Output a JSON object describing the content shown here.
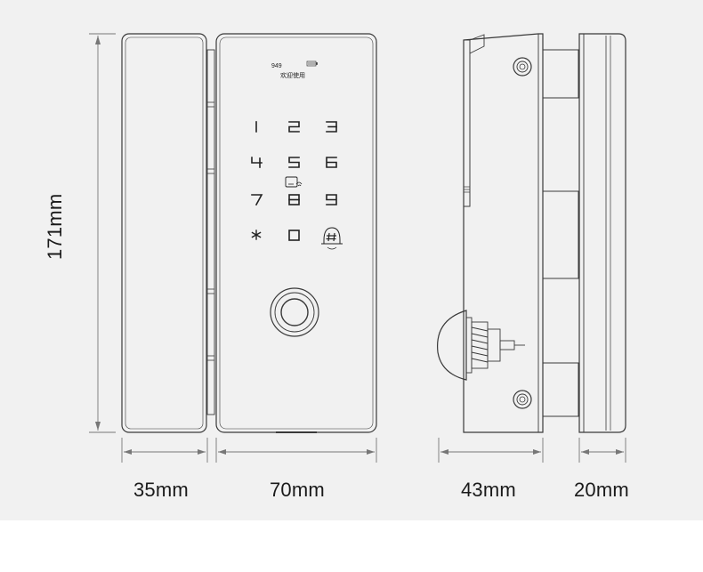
{
  "dimensions": {
    "height": "171mm",
    "handle_width": "35mm",
    "body_width": "70mm",
    "side_depth": "43mm",
    "back_depth": "20mm"
  },
  "lcd": {
    "code": "949",
    "welcome": "欢迎使用"
  },
  "keypad": {
    "keys": [
      "1",
      "2",
      "3",
      "4",
      "5",
      "6",
      "7",
      "8",
      "9",
      "*",
      "0",
      "#"
    ]
  },
  "colors": {
    "outline": "#3a3a3a",
    "dimension_line": "#777777",
    "background": "#f1f1f1"
  },
  "icons": [
    "battery-icon",
    "card-icon",
    "bell-icon",
    "fingerprint-sensor"
  ]
}
